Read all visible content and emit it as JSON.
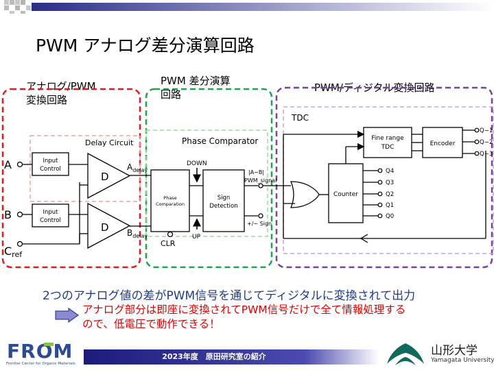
{
  "slide": {
    "title": "PWM アナログ差分演算回路",
    "sections": {
      "analog_pwm": "アナログ/PWM\n変換回路",
      "pwm_diff": "PWM 差分演算\n回路",
      "pwm_digital": "PWM/ディジタル変換回路"
    },
    "summary": "2つのアナログ値の差がPWM信号を通じてディジタルに変換されて出力",
    "note": "アナログ部分は即座に変換されてPWM信号だけで全て情報処理する\nので、低電圧で動作できる！"
  },
  "diagram": {
    "inputs": {
      "a": "A",
      "b": "B",
      "c": "C",
      "c_sub": "ref"
    },
    "delay_circuit": "Delay Circuit",
    "input_control_1": "Input\nControl",
    "input_control_2": "Input\nControl",
    "d1": "D",
    "d2": "D",
    "a_delay": "A",
    "a_delay_sub": "delay",
    "b_delay": "B",
    "b_delay_sub": "delay",
    "phase_comparator": "Phase Comparator",
    "phase_comparation": "Phase\nComparation",
    "sign_detection": "Sign\nDetection",
    "down": "DOWN",
    "up": "UP",
    "clr": "CLR",
    "pwm_signal": "|A−B|\nPWM_signal",
    "sign": "+/− Sign",
    "tdc": "TDC",
    "fine_range_tdc": "Fine range\nTDC",
    "encoder": "Encoder",
    "counter": "Counter",
    "q_minus": [
      "Q−1",
      "Q−2",
      "Q−3"
    ],
    "q_outputs": [
      "Q4",
      "Q3",
      "Q2",
      "Q1",
      "Q0"
    ]
  },
  "footer": {
    "text": "2023年度　原田研究室の紹介",
    "from_logo": "FROM",
    "from_sub": "Frontier Center for Organic Materials",
    "university": "山形大学",
    "university_en": "Yamagata University"
  },
  "colors": {
    "red_box": "#e21b1b",
    "green_box": "#1aa64a",
    "purple_box": "#7a3fa0",
    "summary_blue": "#1f3a93",
    "note_red": "#e00000"
  }
}
